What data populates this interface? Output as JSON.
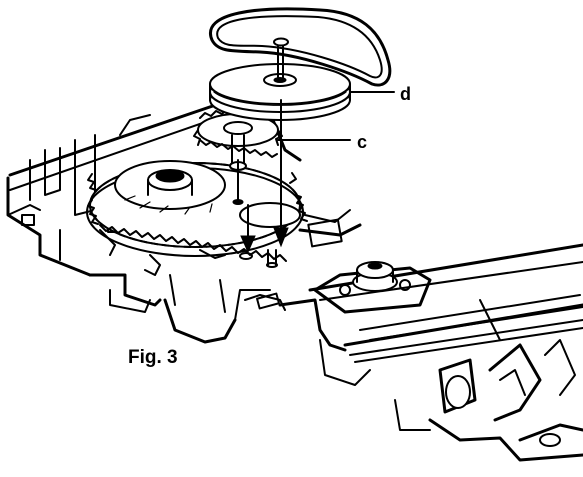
{
  "figure": {
    "caption": "Fig. 3",
    "callouts": {
      "c": "c",
      "d": "d"
    }
  },
  "colors": {
    "ink": "#000000",
    "paper": "#ffffff"
  },
  "icons": [
    "drive-belt-icon",
    "pulley-icon",
    "gear-icon",
    "arrow-down-icon"
  ]
}
